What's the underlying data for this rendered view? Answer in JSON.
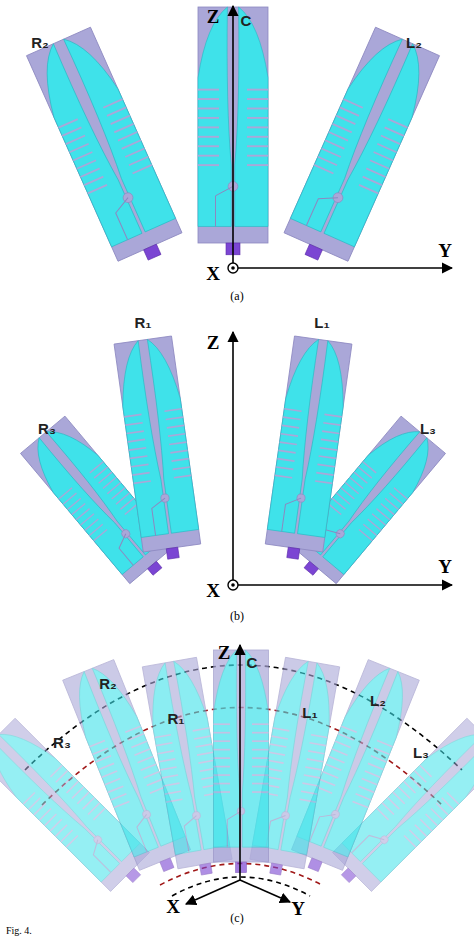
{
  "diagram": {
    "caption": "Fig. 4.",
    "labels": [
      "Z",
      "C",
      "R₂",
      "L₂",
      "X",
      "Y",
      "(a)",
      "R₁",
      "L₁",
      "R₃",
      "L₃",
      "Z",
      "X",
      "Y",
      "(b)",
      "Z",
      "C",
      "R₂",
      "R₁",
      "L₁",
      "L₂",
      "R₃",
      "L₃",
      "X",
      "Y",
      "(c)"
    ]
  }
}
